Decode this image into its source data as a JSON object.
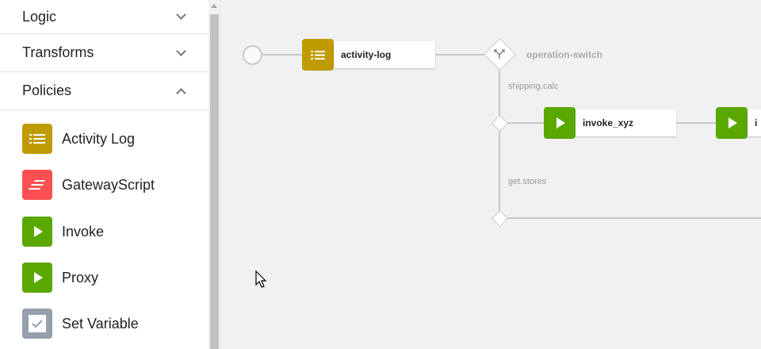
{
  "sidebar": {
    "sections": [
      {
        "label": "Logic",
        "expanded": false
      },
      {
        "label": "Transforms",
        "expanded": false
      },
      {
        "label": "Policies",
        "expanded": true
      }
    ],
    "policies": [
      {
        "label": "Activity Log",
        "icon": "list-icon",
        "color": "#c09b00"
      },
      {
        "label": "GatewayScript",
        "icon": "script-icon",
        "color": "#fe5053"
      },
      {
        "label": "Invoke",
        "icon": "play-icon",
        "color": "#5aa700"
      },
      {
        "label": "Proxy",
        "icon": "play-icon",
        "color": "#5aa700"
      },
      {
        "label": "Set Variable",
        "icon": "checkbox-icon",
        "color": "#959fae"
      }
    ]
  },
  "canvas": {
    "nodes": {
      "activity_log": "activity-log",
      "switch": "operation-switch",
      "invoke_xyz": "invoke_xyz",
      "next_invoke": "i"
    },
    "cases": {
      "case1": "shipping.calc",
      "case2": "get.stores"
    }
  }
}
